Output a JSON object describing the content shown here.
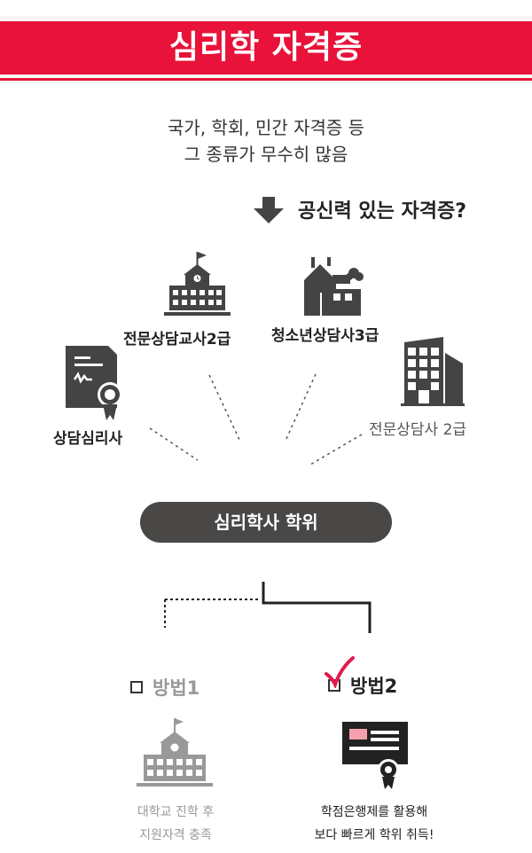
{
  "banner": {
    "title": "심리학 자격증"
  },
  "intro": {
    "line1": "국가, 학회, 민간 자격증 등",
    "line2": "그 종류가 무수히 많음"
  },
  "question": {
    "text": "공신력 있는 자격증?",
    "icon": "down-arrow-icon"
  },
  "certificates": {
    "counselor_teacher": {
      "label": "전문상담교사2급",
      "icon": "school-building-icon"
    },
    "youth_counselor": {
      "label": "청소년상담사3급",
      "icon": "house-icon"
    },
    "psych_counselor": {
      "label": "상담심리사",
      "icon": "certificate-document-icon"
    },
    "pro_counselor": {
      "label": "전문상담사 2급",
      "icon": "office-building-icon"
    }
  },
  "degree": {
    "label": "심리학사 학위"
  },
  "methods": {
    "m1": {
      "label": "방법1",
      "checked": false,
      "desc_line1": "대학교 진학 후",
      "desc_line2": "지원자격 충족",
      "icon": "school-building-icon"
    },
    "m2": {
      "label": "방법2",
      "checked": true,
      "desc_line1": "학점은행제를 활용해",
      "desc_line2": "보다 빠르게 학위 취득!",
      "icon": "diploma-icon"
    }
  },
  "colors": {
    "accent": "#e8123a",
    "dark": "#4a4747",
    "muted": "#999999",
    "check": "#e01b4a"
  }
}
